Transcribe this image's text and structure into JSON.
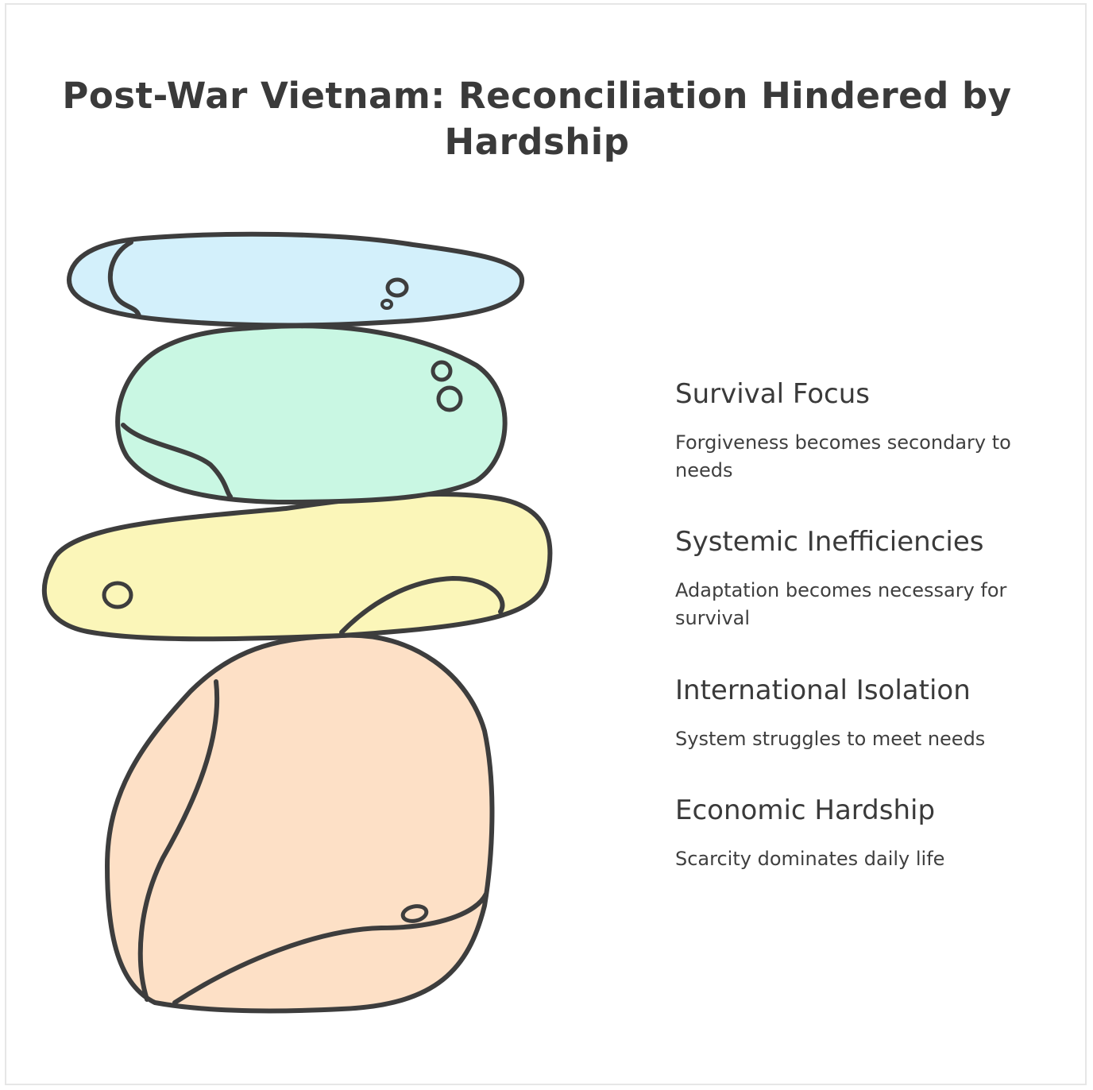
{
  "title": "Post-War Vietnam: Reconciliation Hindered by Hardship",
  "layers": [
    {
      "title": "Survival Focus",
      "description": "Forgiveness becomes secondary to needs",
      "fill": "#d3f0fb"
    },
    {
      "title": "Systemic Inefficiencies",
      "description": "Adaptation becomes necessary for survival",
      "fill": "#c9f7e3"
    },
    {
      "title": "International Isolation",
      "description": "System struggles to meet needs",
      "fill": "#fbf6b9"
    },
    {
      "title": "Economic Hardship",
      "description": "Scarcity dominates daily life",
      "fill": "#fde0c6"
    }
  ],
  "colors": {
    "outline": "#3d3d3d",
    "text": "#3a3a3a",
    "border": "#e6e6e6"
  }
}
